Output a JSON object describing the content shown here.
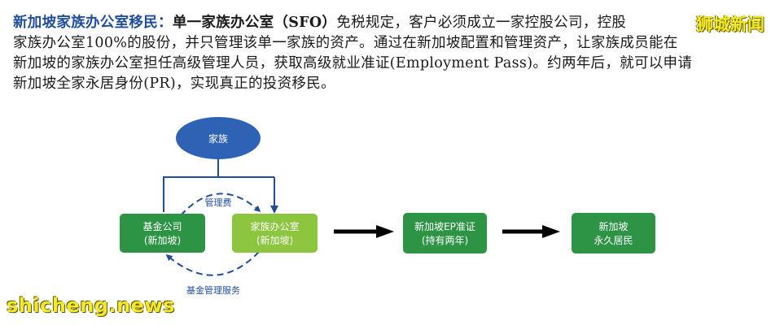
{
  "paragraph": {
    "lead": "新加坡家族办公室移民：",
    "bold": "单一家族办公室（SFO）",
    "line1_rest": "免税规定，客户必须成立一家控股公司，控股",
    "line2": "家族办公室100%的股份，并只管理该单一家族的资产。通过在新加坡配置和管理资产，让家族成员能在",
    "line3": "新加坡的家族办公室担任高级管理人员，获取高级就业准证(Employment Pass)。约两年后，就可以申请",
    "line4": "新加坡全家永居身份(PR)，实现真正的投资移民。"
  },
  "watermark": {
    "top": "狮城新闻",
    "bottom": "shicheng.news"
  },
  "diagram": {
    "family": "家族",
    "fund": {
      "line1": "基金公司",
      "line2": "(新加坡)"
    },
    "family_office": {
      "line1": "家族办公室",
      "line2": "(新加坡)"
    },
    "ep": {
      "line1": "新加坡EP准证",
      "line2": "(持有两年)"
    },
    "pr": {
      "line1": "新加坡",
      "line2": "永久居民"
    },
    "fee_label": "管理费",
    "service_label": "基金管理服务"
  },
  "colors": {
    "family_fill": "#2e62b5",
    "green_dark": "#2e9445",
    "green_light": "#8cc63f",
    "line_blue": "#1f4e9a",
    "arrow_black": "#000000"
  }
}
